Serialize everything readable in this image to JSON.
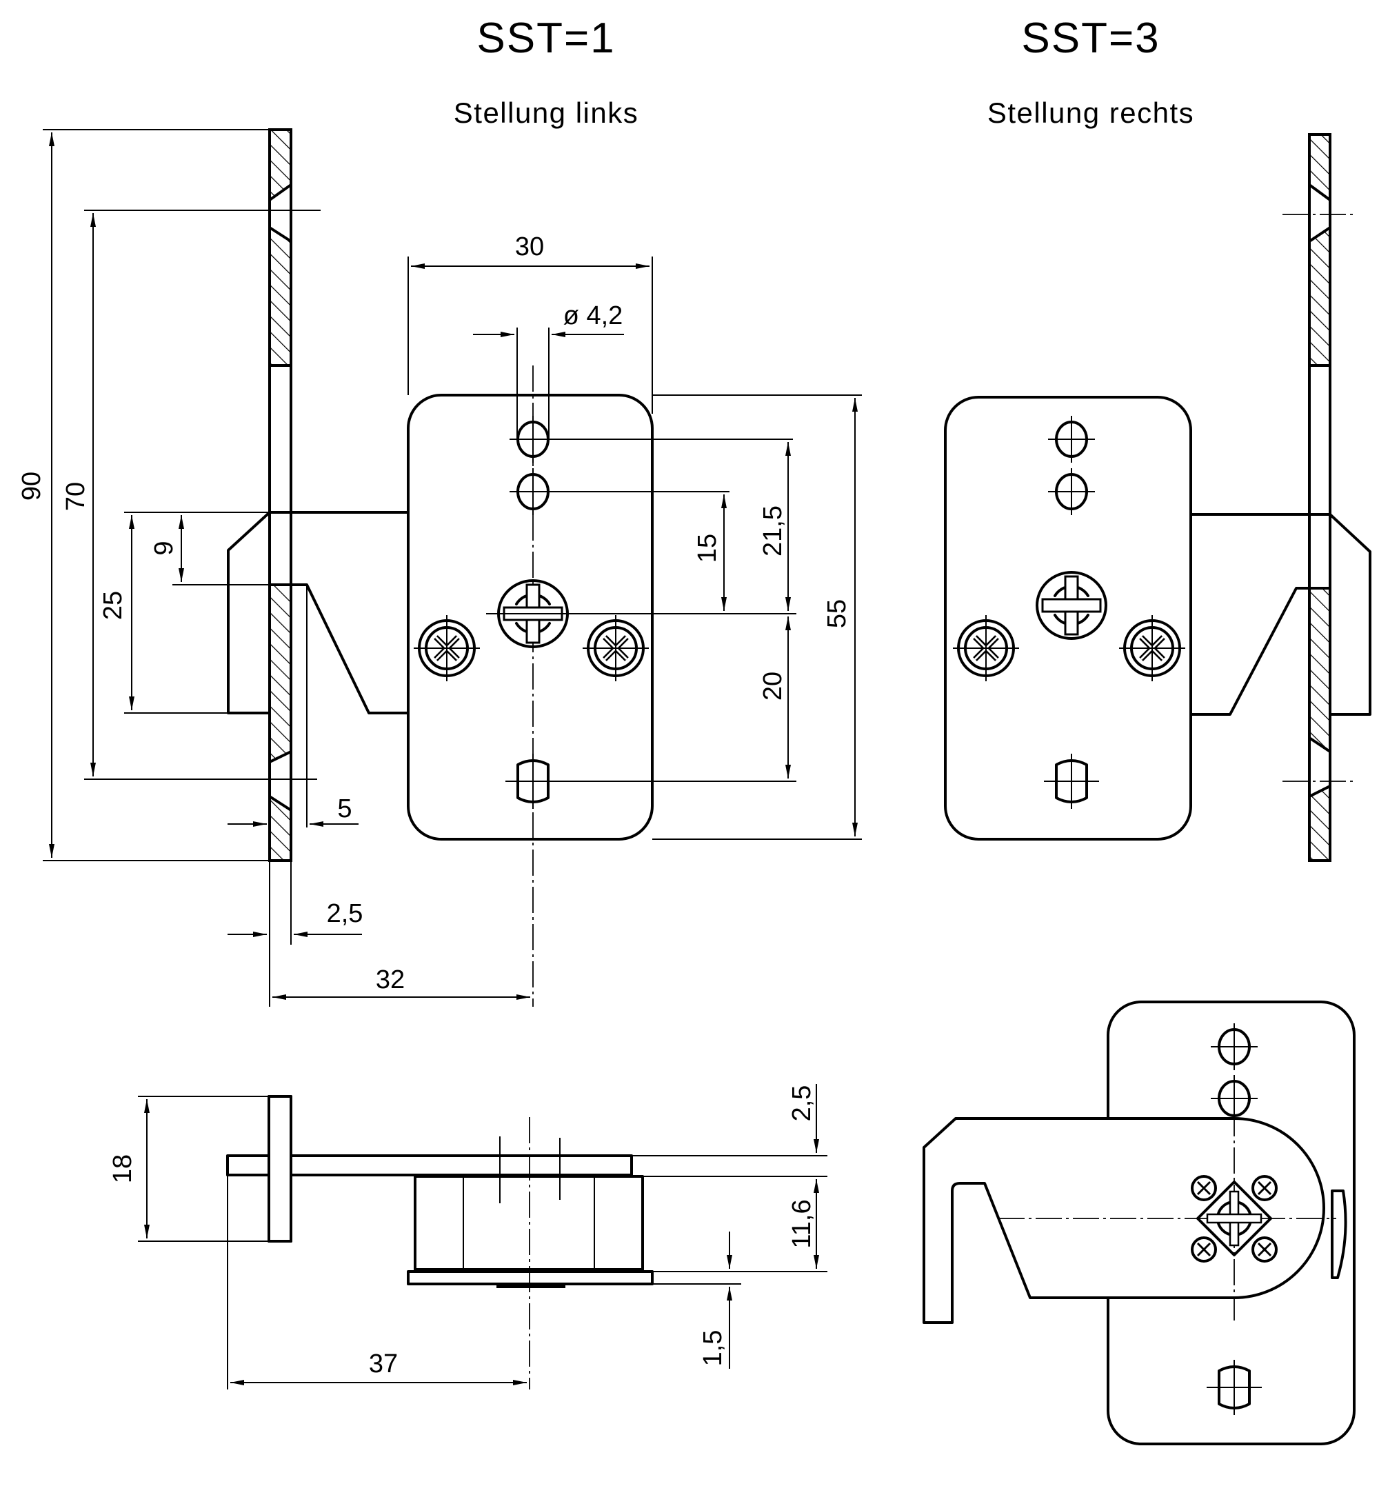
{
  "views": {
    "left": {
      "title": "SST=1",
      "subtitle": "Stellung links"
    },
    "right": {
      "title": "SST=3",
      "subtitle": "Stellung rechts"
    }
  },
  "dimensions": {
    "overall_height": "90",
    "inner_height": "70",
    "hook_height": "25",
    "hook_gap": "9",
    "plate_width": "30",
    "hole_diameter": "ø 4,2",
    "hole_spacing": "15",
    "hole_to_center": "21,5",
    "center_to_slot": "20",
    "plate_height": "55",
    "wall_offset": "5",
    "wall_thickness": "2,5",
    "center_offset": "32",
    "side_height": "18",
    "side_offset": "37",
    "top_thickness": "2,5",
    "body_height": "11,6",
    "base_thickness": "1,5"
  },
  "components": [
    {
      "name": "wall-plate",
      "section": "hatched"
    },
    {
      "name": "mounting-plate",
      "holes": 2,
      "slot": 1,
      "screws": 3
    },
    {
      "name": "latch-hook"
    }
  ]
}
